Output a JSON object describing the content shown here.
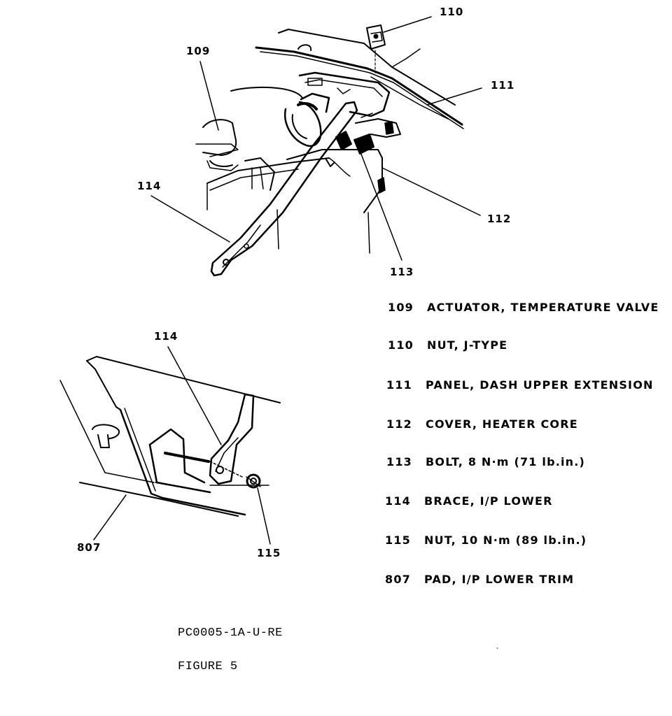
{
  "callouts": {
    "c110_top": "110",
    "c109_top": "109",
    "c111_top": "111",
    "c114_top": "114",
    "c112_top": "112",
    "c113_top": "113",
    "c114_bottom": "114",
    "c807_bottom": "807",
    "c115_bottom": "115"
  },
  "legend": [
    {
      "num": "109",
      "desc": "ACTUATOR, TEMPERATURE VALVE"
    },
    {
      "num": "110",
      "desc": "NUT, J-TYPE"
    },
    {
      "num": "111",
      "desc": "PANEL, DASH UPPER EXTENSION"
    },
    {
      "num": "112",
      "desc": "COVER, HEATER CORE"
    },
    {
      "num": "113",
      "desc": "BOLT, 8 N·m (71 lb.in.)"
    },
    {
      "num": "114",
      "desc": "BRACE, I/P LOWER"
    },
    {
      "num": "115",
      "desc": "NUT, 10 N·m (89 lb.in.)"
    },
    {
      "num": "807",
      "desc": "PAD, I/P LOWER TRIM"
    }
  ],
  "footer": {
    "code": "PC0005-1A-U-RE",
    "figure": "FIGURE 5"
  }
}
